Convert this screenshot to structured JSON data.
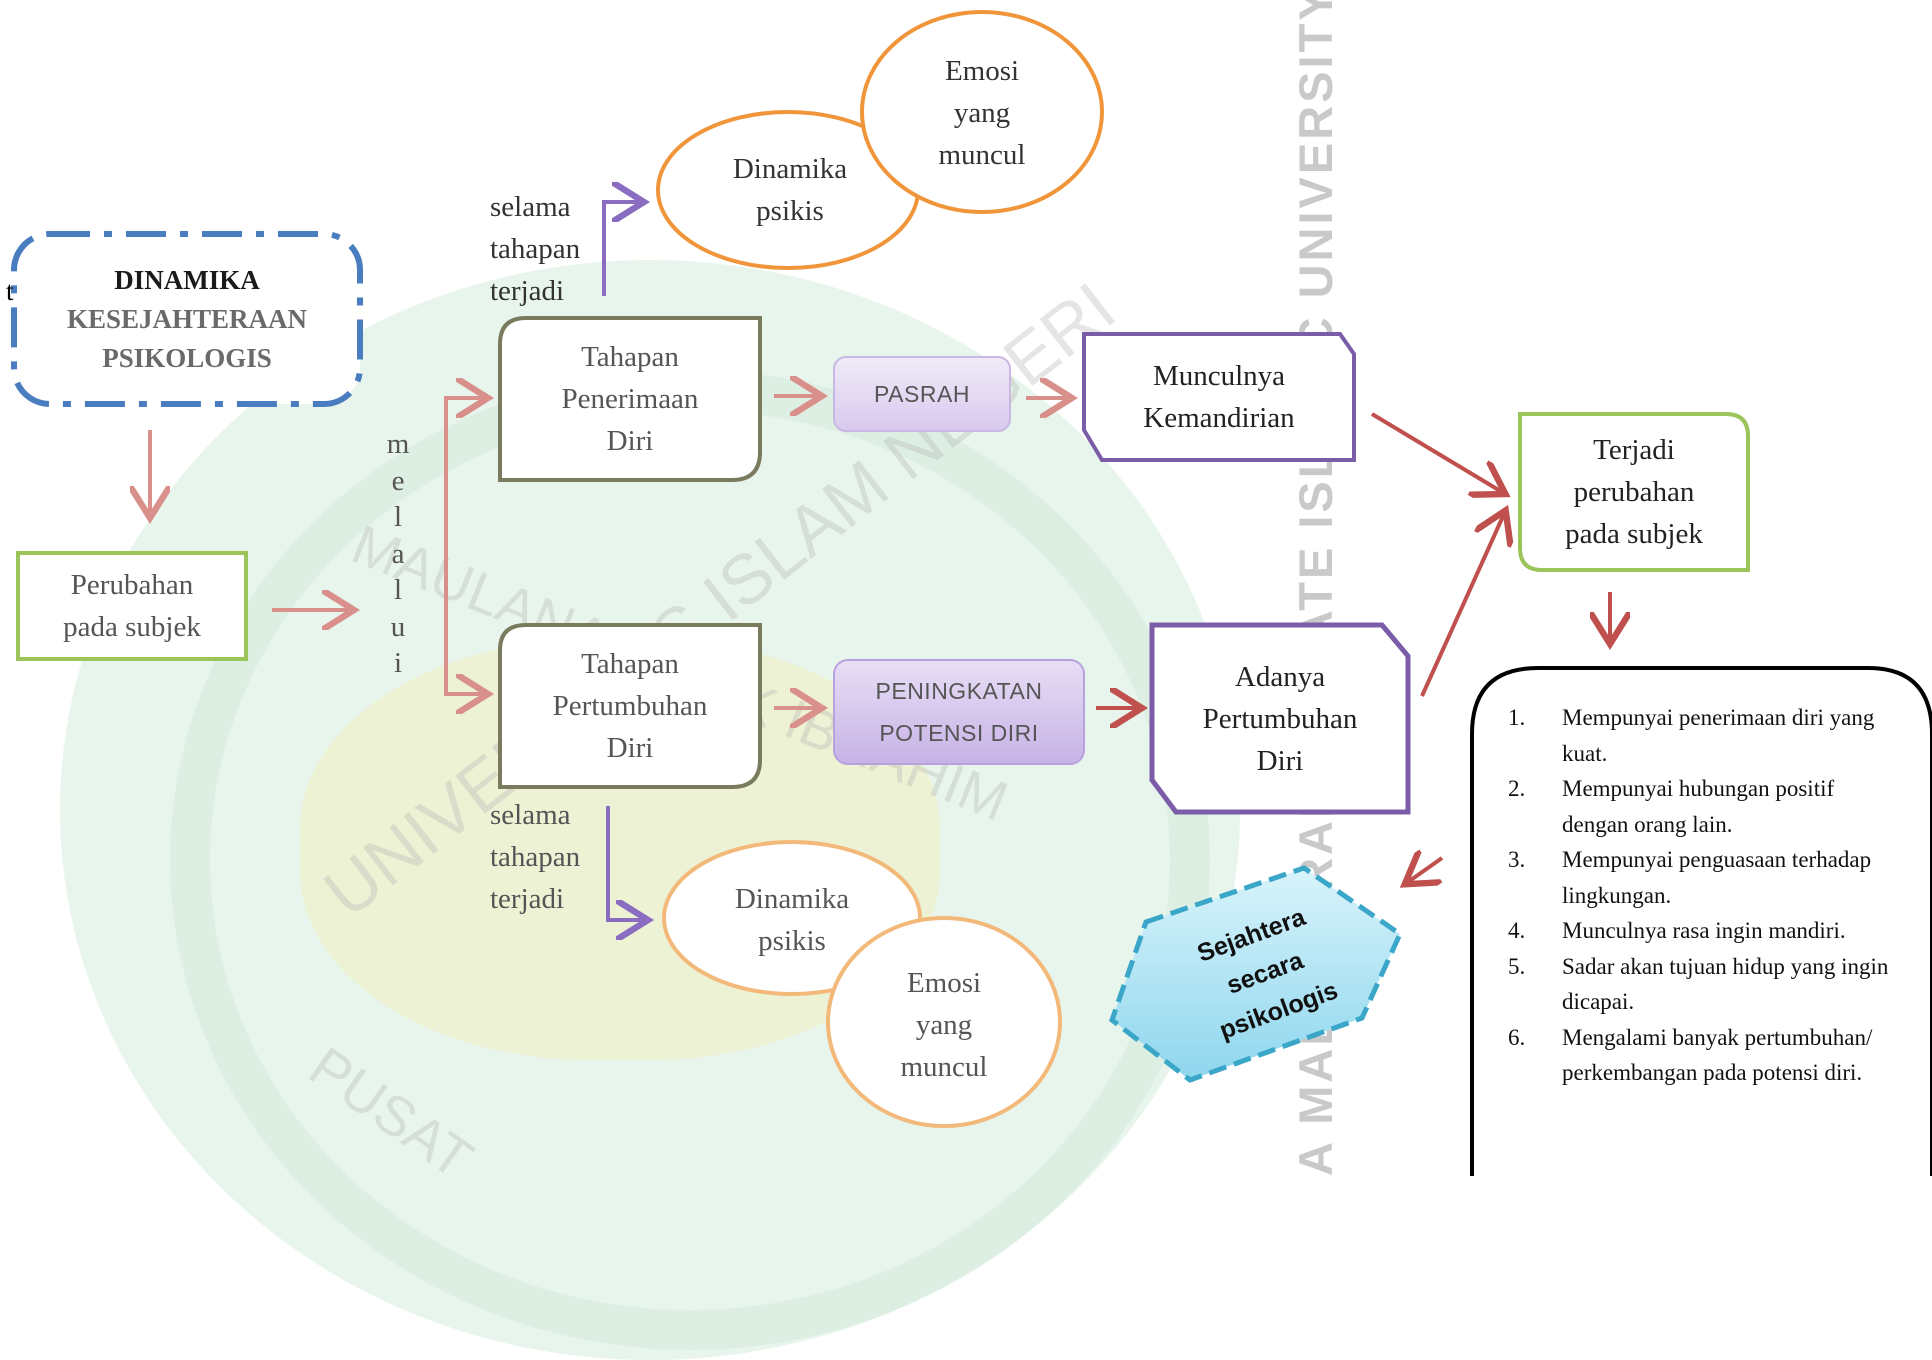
{
  "title_box": {
    "line1": "DINAMIKA",
    "line2": "KESEJAHTERAAN",
    "line3": "PSIKOLOGIS",
    "stray_char": "t"
  },
  "perubahan_box": {
    "line1": "Perubahan",
    "line2": "pada subjek"
  },
  "melalui_letters": [
    "m",
    "e",
    "l",
    "a",
    "l",
    "u",
    "i"
  ],
  "top_branch": {
    "selama_lines": [
      "selama",
      "tahapan",
      "terjadi"
    ],
    "dinamika": [
      "Dinamika",
      "psikis"
    ],
    "emosi": [
      "Emosi",
      "yang",
      "muncul"
    ],
    "tahapan": [
      "Tahapan",
      "Penerimaan",
      "Diri"
    ],
    "process": "PASRAH",
    "result": [
      "Munculnya",
      "Kemandirian"
    ]
  },
  "bottom_branch": {
    "selama_lines": [
      "selama",
      "tahapan",
      "terjadi"
    ],
    "dinamika": [
      "Dinamika",
      "psikis"
    ],
    "emosi": [
      "Emosi",
      "yang",
      "muncul"
    ],
    "tahapan": [
      "Tahapan",
      "Pertumbuhan",
      "Diri"
    ],
    "process": [
      "PENINGKATAN",
      "POTENSI DIRI"
    ],
    "result": [
      "Adanya",
      "Pertumbuhan",
      "Diri"
    ]
  },
  "terjadi_box": [
    "Terjadi",
    "perubahan",
    "pada subjek"
  ],
  "outcomes": [
    "Mempunyai penerimaan diri yang kuat.",
    "Mempunyai hubungan positif dengan orang lain.",
    "Mempunyai penguasaan terhadap lingkungan.",
    "Munculnya rasa ingin mandiri.",
    "Sadar akan tujuan hidup yang ingin dicapai.",
    "Mengalami banyak pertumbuhan/ perkembangan pada potensi diri."
  ],
  "final_shape": [
    "Sejahtera",
    "secara",
    "psikologis"
  ],
  "watermark": {
    "vertical": "A MALIK IBRAHIM STATE ISLAMIC UNIVERSITY OF MAL",
    "arc1": "UNIVERSITAS ISLAM NEGERI",
    "arc2": "MAULANA MALIK IBRAHIM",
    "arc3": "PUSAT"
  },
  "colors": {
    "blue": "#4a7dbf",
    "olive": "#7a7a5e",
    "green": "#9bc45a",
    "orange": "#f0953a",
    "light_orange": "#f2b97a",
    "purple": "#7b5ca8",
    "pink_arrow": "#d98f8a",
    "red_arrow": "#c0504d",
    "cyan": "#3aa6c8"
  }
}
